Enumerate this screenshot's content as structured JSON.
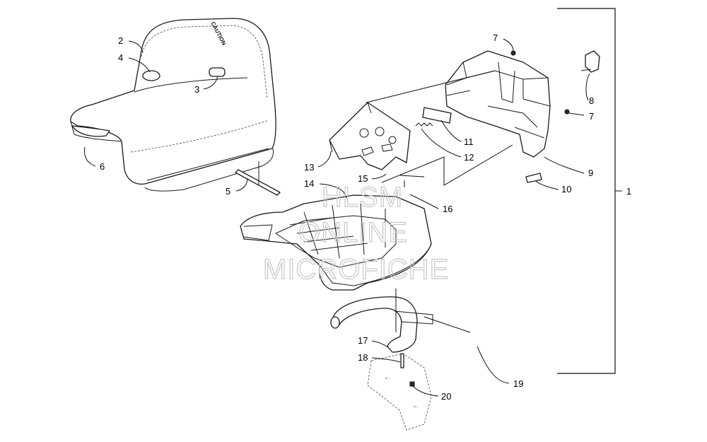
{
  "callouts": {
    "c1": "1",
    "c2": "2",
    "c3": "3",
    "c4": "4",
    "c5": "5",
    "c6": "6",
    "c7a": "7",
    "c7b": "7",
    "c8": "8",
    "c9": "9",
    "c10": "10",
    "c11": "11",
    "c12": "12",
    "c13": "13",
    "c14": "14",
    "c15": "15",
    "c16": "16",
    "c17": "17",
    "c18": "18",
    "c19": "19",
    "c20": "20"
  },
  "seat_label": "CAUTION",
  "watermark": {
    "line1": "HLSM",
    "line2": "ONLINE",
    "line3": "MICROFICHE"
  }
}
